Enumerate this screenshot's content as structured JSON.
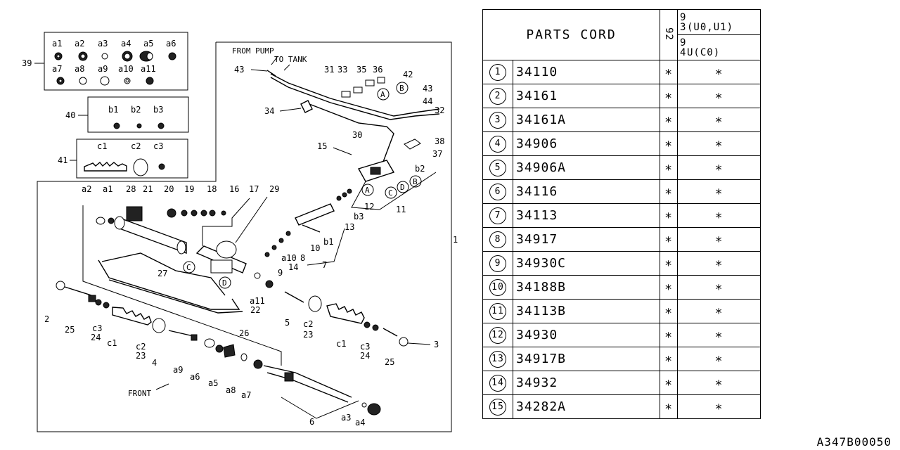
{
  "diagram": {
    "callouts": {
      "n1": "1",
      "n2": "2",
      "n3": "3",
      "n4": "4",
      "n5": "5",
      "n6": "6",
      "n7": "7",
      "n8": "8",
      "n9": "9",
      "n10": "10",
      "n11": "11",
      "n12": "12",
      "n13": "13",
      "n14": "14",
      "n15": "15",
      "n16": "16",
      "n17": "17",
      "n18": "18",
      "n19": "19",
      "n20": "20",
      "n21": "21",
      "n22": "22",
      "n23a": "23",
      "n23b": "23",
      "n24a": "24",
      "n24b": "24",
      "n25a": "25",
      "n25b": "25",
      "n26": "26",
      "n27": "27",
      "n28": "28",
      "n29": "29",
      "n30": "30",
      "n31": "31",
      "n32": "32",
      "n33": "33",
      "n34": "34",
      "n35": "35",
      "n36": "36",
      "n37": "37",
      "n38": "38",
      "n39": "39",
      "n40": "40",
      "n41": "41",
      "n42": "42",
      "n43a": "43",
      "n43b": "43",
      "n44": "44"
    },
    "sub": {
      "a1": "a1",
      "a2": "a2",
      "a3": "a3",
      "a4": "a4",
      "a5": "a5",
      "a6": "a6",
      "a7": "a7",
      "a8": "a8",
      "a9": "a9",
      "a10": "a10",
      "a11": "a11",
      "b1": "b1",
      "b2": "b2",
      "b3": "b3",
      "c1": "c1",
      "c2": "c2",
      "c3": "c3"
    },
    "letters": {
      "A": "A",
      "B": "B",
      "C": "C",
      "D": "D"
    },
    "text": {
      "from_pump": "FROM PUMP",
      "to_tank": "TO TANK",
      "front": "FRONT"
    }
  },
  "table": {
    "title": "PARTS CORD",
    "model_col": "92",
    "models": [
      {
        "years": "93",
        "code": "(U0,U1)"
      },
      {
        "years": "94",
        "code": "U(C0)"
      }
    ],
    "rows": [
      {
        "no": "1",
        "code": "34110",
        "m1": "∗",
        "m2": "∗"
      },
      {
        "no": "2",
        "code": "34161",
        "m1": "∗",
        "m2": "∗"
      },
      {
        "no": "3",
        "code": "34161A",
        "m1": "∗",
        "m2": "∗"
      },
      {
        "no": "4",
        "code": "34906",
        "m1": "∗",
        "m2": "∗"
      },
      {
        "no": "5",
        "code": "34906A",
        "m1": "∗",
        "m2": "∗"
      },
      {
        "no": "6",
        "code": "34116",
        "m1": "∗",
        "m2": "∗"
      },
      {
        "no": "7",
        "code": "34113",
        "m1": "∗",
        "m2": "∗"
      },
      {
        "no": "8",
        "code": "34917",
        "m1": "∗",
        "m2": "∗"
      },
      {
        "no": "9",
        "code": "34930C",
        "m1": "∗",
        "m2": "∗"
      },
      {
        "no": "10",
        "code": "34188B",
        "m1": "∗",
        "m2": "∗"
      },
      {
        "no": "11",
        "code": "34113B",
        "m1": "∗",
        "m2": "∗"
      },
      {
        "no": "12",
        "code": "34930",
        "m1": "∗",
        "m2": "∗"
      },
      {
        "no": "13",
        "code": "34917B",
        "m1": "∗",
        "m2": "∗"
      },
      {
        "no": "14",
        "code": "34932",
        "m1": "∗",
        "m2": "∗"
      },
      {
        "no": "15",
        "code": "34282A",
        "m1": "∗",
        "m2": "∗"
      }
    ]
  },
  "diagram_id": "A347B00050"
}
